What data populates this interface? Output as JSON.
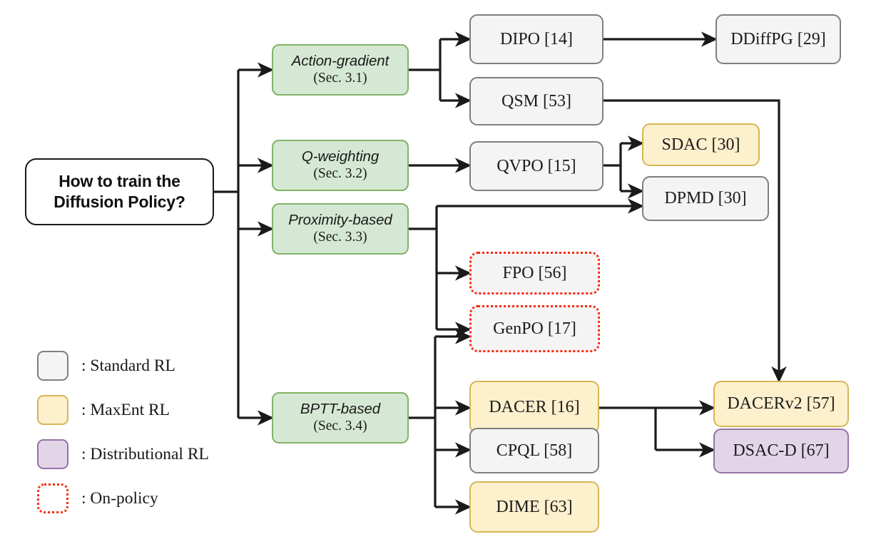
{
  "diagram": {
    "title": "How to train the Diffusion Policy?",
    "root": {
      "line1": "How to train the",
      "line2": "Diffusion Policy?"
    },
    "categories": [
      {
        "name": "Action-gradient",
        "section": "(Sec. 3.1)"
      },
      {
        "name": "Q-weighting",
        "section": "(Sec. 3.2)"
      },
      {
        "name": "Proximity-based",
        "section": "(Sec. 3.3)"
      },
      {
        "name": "BPTT-based",
        "section": "(Sec. 3.4)"
      }
    ],
    "methods": {
      "dipo": "DIPO [14]",
      "ddiffpg": "DDiffPG [29]",
      "qsm": "QSM [53]",
      "qvpo": "QVPO [15]",
      "sdac": "SDAC [30]",
      "dpmd": "DPMD [30]",
      "fpo": "FPO [56]",
      "genpo": "GenPO [17]",
      "dacer": "DACER [16]",
      "cpql": "CPQL [58]",
      "dime": "DIME [63]",
      "dacerv2": "DACERv2 [57]",
      "dsacd": "DSAC-D [67]"
    },
    "legend": [
      {
        "kind": "std",
        "label": ": Standard RL"
      },
      {
        "kind": "maxent",
        "label": ": MaxEnt RL"
      },
      {
        "kind": "distr",
        "label": ": Distributional RL"
      },
      {
        "kind": "onpolicy",
        "label": ": On-policy"
      }
    ],
    "colors": {
      "category_fill": "#d5e8d4",
      "category_border": "#82b366",
      "standard_fill": "#f4f4f4",
      "standard_border": "#807f7f",
      "maxent_fill": "#fdf0cd",
      "maxent_border": "#d6b656",
      "distributional_fill": "#e2d5e8",
      "distributional_border": "#9673a6",
      "onpolicy_border": "#fa2c0f",
      "edge": "#1a1a1a"
    }
  }
}
